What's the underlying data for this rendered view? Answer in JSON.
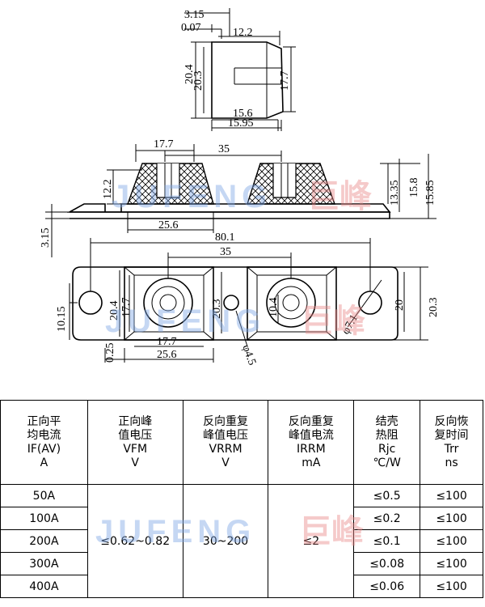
{
  "drawing": {
    "top_view": {
      "dims": [
        "3.15",
        "0.07",
        "12.2",
        "20.4",
        "20.3",
        "17.7",
        "15.6",
        "15.95"
      ]
    },
    "side_view": {
      "dims": [
        "17.7",
        "35",
        "12.2",
        "25.6",
        "13.35",
        "15.8",
        "15.85",
        "3.15"
      ]
    },
    "plan_view": {
      "dims": [
        "80.1",
        "35",
        "20.4",
        "17.7",
        "20.3",
        "10.4",
        "φ7.1",
        "20",
        "20.3",
        "10.15",
        "17.7",
        "25.6",
        "0.25",
        "φ4.5"
      ]
    },
    "watermark": {
      "latin": "JUFENG",
      "cn": "巨峰"
    }
  },
  "table": {
    "headers": [
      {
        "line1": "正向平",
        "line2": "均电流",
        "line3": "IF(AV)",
        "line4": "A"
      },
      {
        "line1": "正向峰",
        "line2": "值电压",
        "line3": "VFM",
        "line4": "V"
      },
      {
        "line1": "反向重复",
        "line2": "峰值电压",
        "line3": "VRRM",
        "line4": "V"
      },
      {
        "line1": "反向重复",
        "line2": "峰值电流",
        "line3": "IRRM",
        "line4": "mA"
      },
      {
        "line1": "结壳",
        "line2": "热阻",
        "line3": "Rjc",
        "line4": "℃/W"
      },
      {
        "line1": "反向恢",
        "line2": "复时间",
        "line3": "Trr",
        "line4": "ns"
      }
    ],
    "current_values": [
      "50A",
      "100A",
      "200A",
      "300A",
      "400A"
    ],
    "vfm": "≤0.62~0.82",
    "vrrm": "30~200",
    "irrm": "≤2",
    "rjc_values": [
      "≤0.5",
      "≤0.2",
      "≤0.1",
      "≤0.08",
      "≤0.06"
    ],
    "trr_values": [
      "≤100",
      "≤100",
      "≤100",
      "≤100",
      "≤100"
    ]
  },
  "colors": {
    "watermark_blue": "#7fa8e6",
    "watermark_red": "#e98b8b",
    "line": "#000000"
  }
}
